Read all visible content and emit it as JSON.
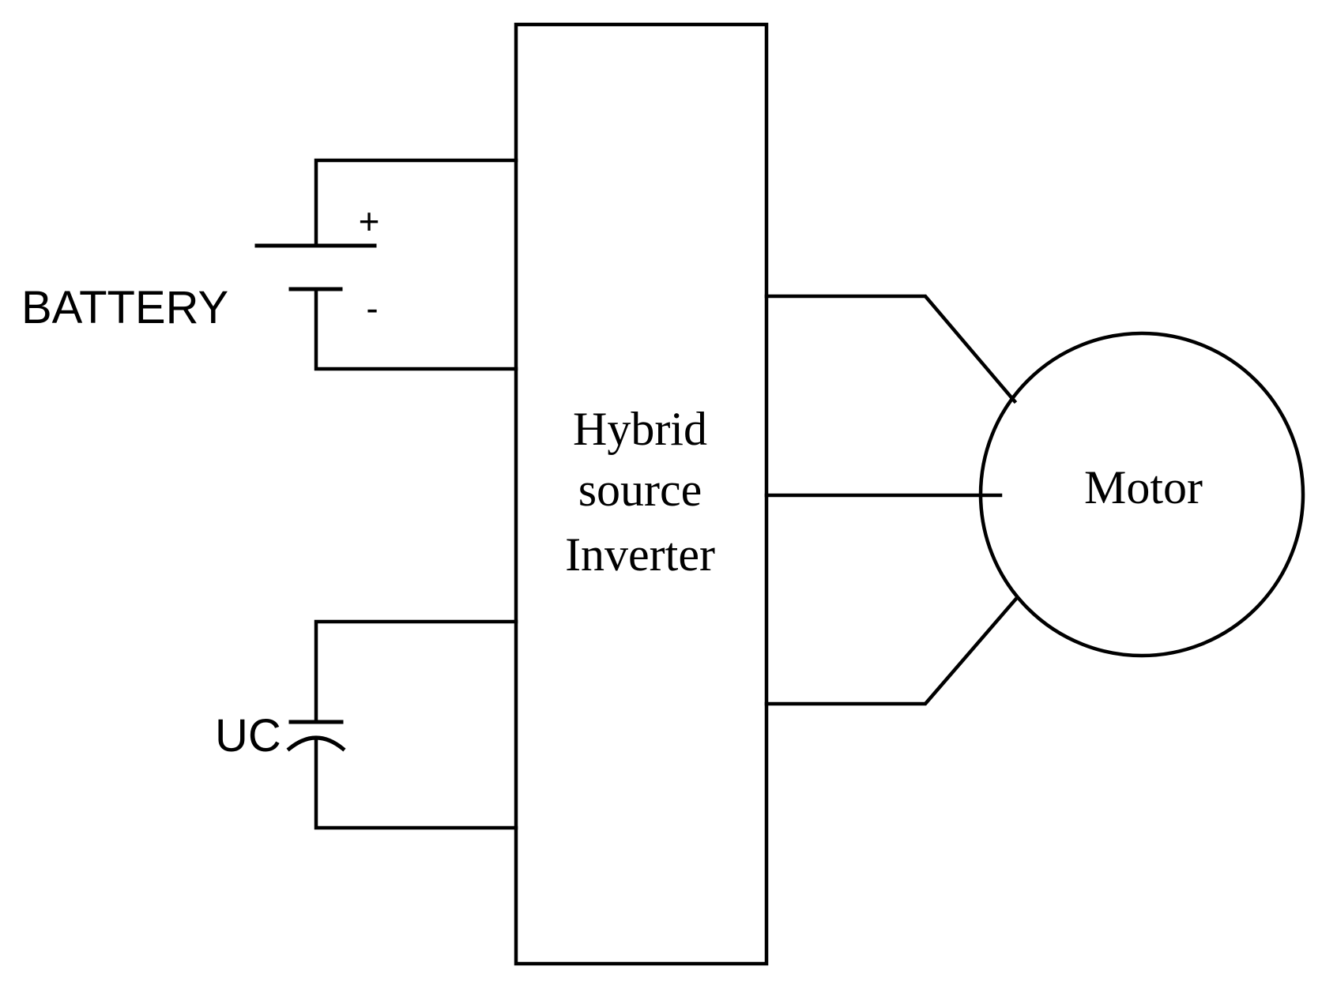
{
  "battery": {
    "label": "BATTERY",
    "plus": "+",
    "minus": "-"
  },
  "ultracapacitor": {
    "label": "UC"
  },
  "inverter": {
    "line1": "Hybrid",
    "line2": "source",
    "line3": "Inverter"
  },
  "motor": {
    "label": "Motor"
  }
}
